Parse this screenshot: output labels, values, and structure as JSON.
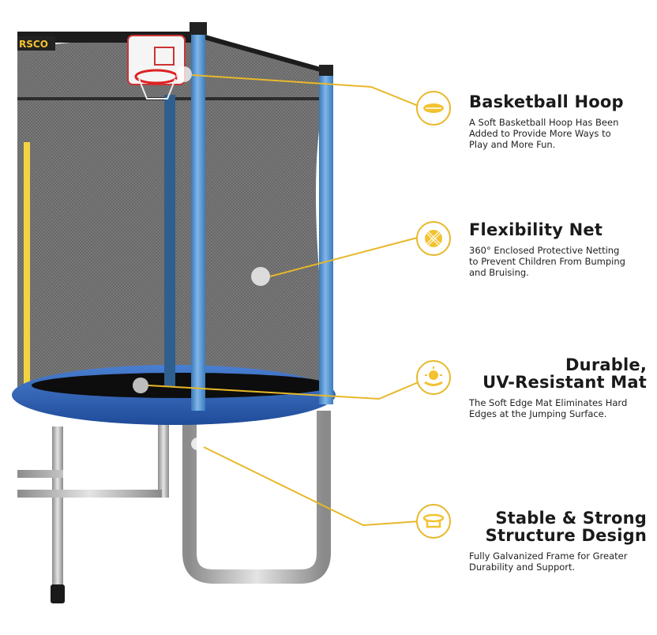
{
  "brand_label": "RSCO",
  "features": [
    {
      "title_lines": [
        "Basketball Hoop"
      ],
      "description": [
        "A Soft Basketball Hoop Has Been",
        "Added to Provide More Ways to",
        "Play and More Fun."
      ],
      "icon": "basketball-hoop-icon"
    },
    {
      "title_lines": [
        "Flexibility Net"
      ],
      "description": [
        "360° Enclosed Protective Netting",
        "to Prevent Children From Bumping",
        "and Bruising."
      ],
      "icon": "net-icon"
    },
    {
      "title_lines": [
        "Durable,",
        "UV-Resistant Mat"
      ],
      "description": [
        "The Soft Edge Mat Eliminates Hard",
        "Edges at the Jumping Surface."
      ],
      "icon": "sun-mat-icon"
    },
    {
      "title_lines": [
        "Stable & Strong",
        "Structure Design"
      ],
      "description": [
        "Fully Galvanized Frame for Greater",
        "Durability and Support."
      ],
      "icon": "frame-icon"
    }
  ],
  "colors": {
    "accent": "#f2c230",
    "pole": "#5b9bd8",
    "mat": "#0d0d0d",
    "edge": "#2d5fb3",
    "steel": "#b8b8b8"
  }
}
